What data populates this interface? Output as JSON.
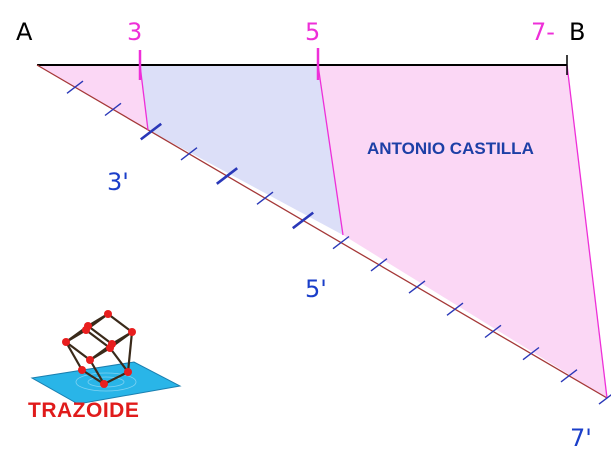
{
  "labels": {
    "point_a": "A",
    "point_3": "3",
    "point_5": "5",
    "point_7": "7-",
    "point_b": "B",
    "point_3p": "3'",
    "point_5p": "5'",
    "point_7p": "7'"
  },
  "author": "ANTONIO CASTILLA",
  "brand": "TRAZOIDE",
  "colors": {
    "upper_numbers": "#ee2fd8",
    "lower_numbers": "#1a3ec9",
    "author": "#1d3fa6",
    "brand": "#e01b1b",
    "fill_pink": "#fbd7f5",
    "fill_blue": "#dcdff8",
    "oblique_line": "#a53838",
    "tick": "#2a38b8",
    "segment_ab": "#000000",
    "logo_plane": "#29b5e8",
    "logo_vertex": "#e81e1e"
  }
}
